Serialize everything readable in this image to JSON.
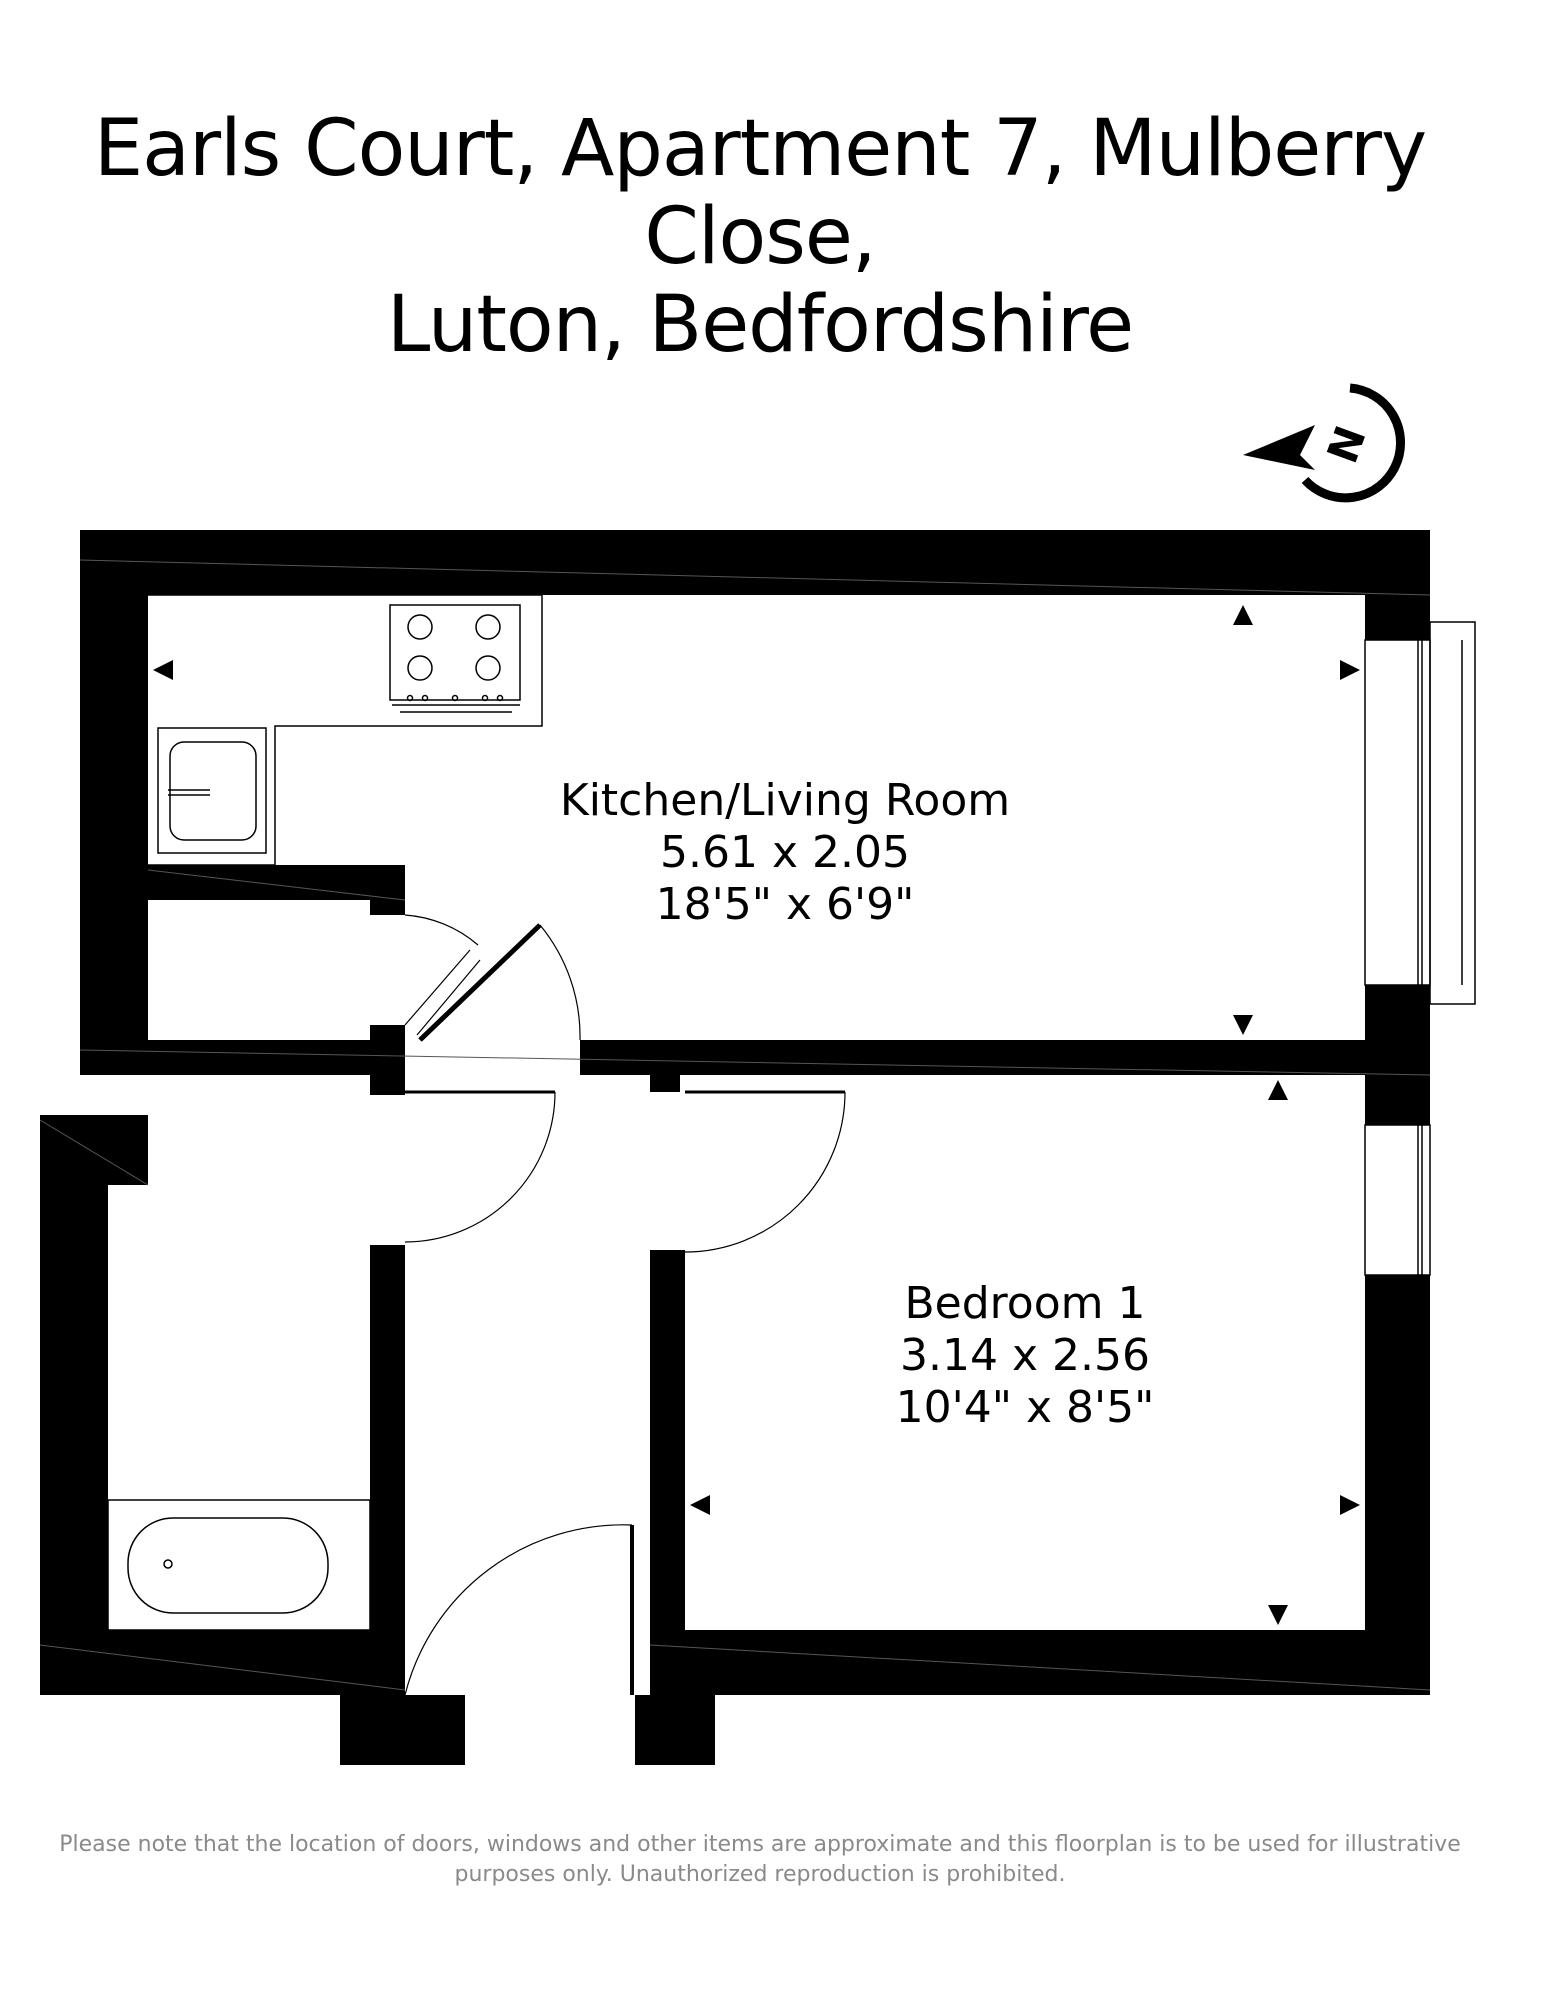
{
  "title": {
    "line1": "Earls Court, Apartment 7, Mulberry Close,",
    "line2": "Luton, Bedfordshire"
  },
  "compass": {
    "letter": "N"
  },
  "rooms": [
    {
      "name": "Kitchen/Living Room",
      "metric": "5.61 x 2.05",
      "imperial": "18'5\" x 6'9\""
    },
    {
      "name": "Bedroom 1",
      "metric": "3.14 x 2.56",
      "imperial": "10'4\" x 8'5\""
    }
  ],
  "footer": {
    "line1": "Please note that the location of doors, windows and other items are approximate and this floorplan is to be used for illustrative",
    "line2": "purposes only. Unauthorized reproduction is prohibited."
  },
  "colors": {
    "wall": "#000000",
    "text": "#000000",
    "footer_text": "#8a8a8a",
    "background": "#ffffff"
  }
}
